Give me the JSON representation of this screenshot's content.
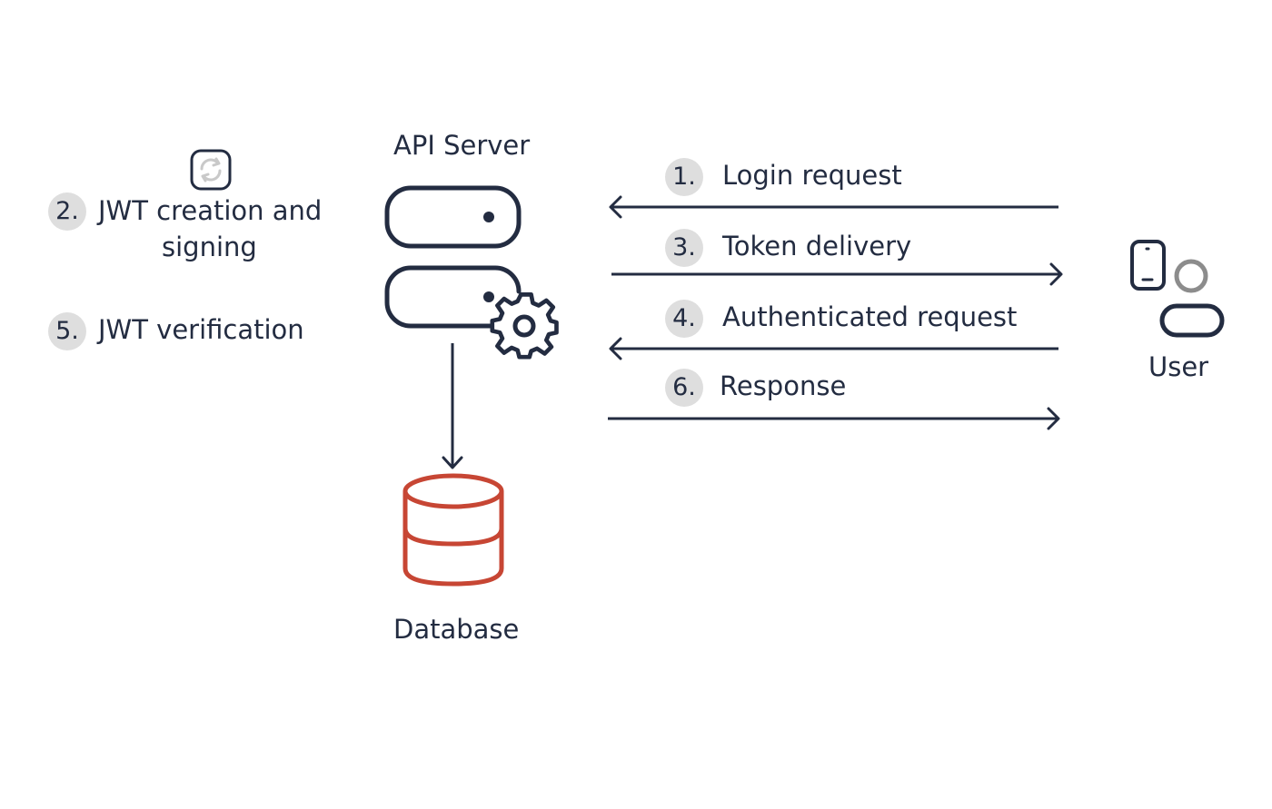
{
  "left_steps": [
    {
      "number": "2.",
      "label_line1": "JWT creation and",
      "label_line2": "signing"
    },
    {
      "number": "5.",
      "label": "JWT verification"
    }
  ],
  "server": {
    "title": "API Server"
  },
  "database": {
    "label": "Database"
  },
  "user": {
    "label": "User"
  },
  "flow_steps": [
    {
      "number": "1.",
      "label": "Login request",
      "direction": "to-server"
    },
    {
      "number": "3.",
      "label": "Token delivery",
      "direction": "to-user"
    },
    {
      "number": "4.",
      "label": "Authenticated request",
      "direction": "to-server"
    },
    {
      "number": "6.",
      "label": "Response",
      "direction": "to-user"
    }
  ],
  "colors": {
    "ink": "#232c41",
    "database": "#c74634",
    "badge": "#dedede",
    "user_head": "#8c8c8c",
    "refresh_icon": "#c9c9c9"
  },
  "icons": {
    "refresh": "refresh-icon",
    "server": "server-icon",
    "gear": "gear-icon",
    "database": "database-icon",
    "phone": "phone-icon",
    "user": "user-icon"
  }
}
